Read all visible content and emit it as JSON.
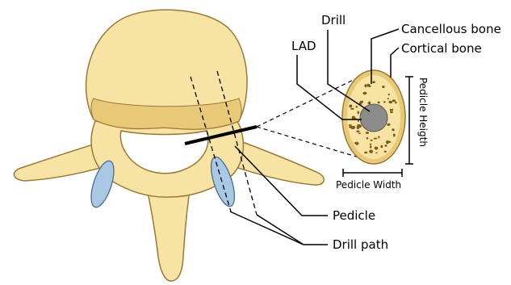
{
  "labels": {
    "drill": "Drill",
    "lad": "LAD",
    "cancellous_bone": "Cancellous bone",
    "cortical_bone": "Cortical bone",
    "pedicle_height": "Pedicle Heigth",
    "pedicle_width": "Pedicle Width",
    "pedicle": "Pedicle",
    "drill_path": "Drill path"
  },
  "colors": {
    "bone_fill": "#f7e3a4",
    "bone_shadow": "#e8c977",
    "bone_outline": "#9a7a33",
    "facet_blue": "#a9c8e4",
    "cancellous_dots": "#7a5a1c",
    "drill_hole": "#8c8c8c",
    "line": "#000000"
  }
}
